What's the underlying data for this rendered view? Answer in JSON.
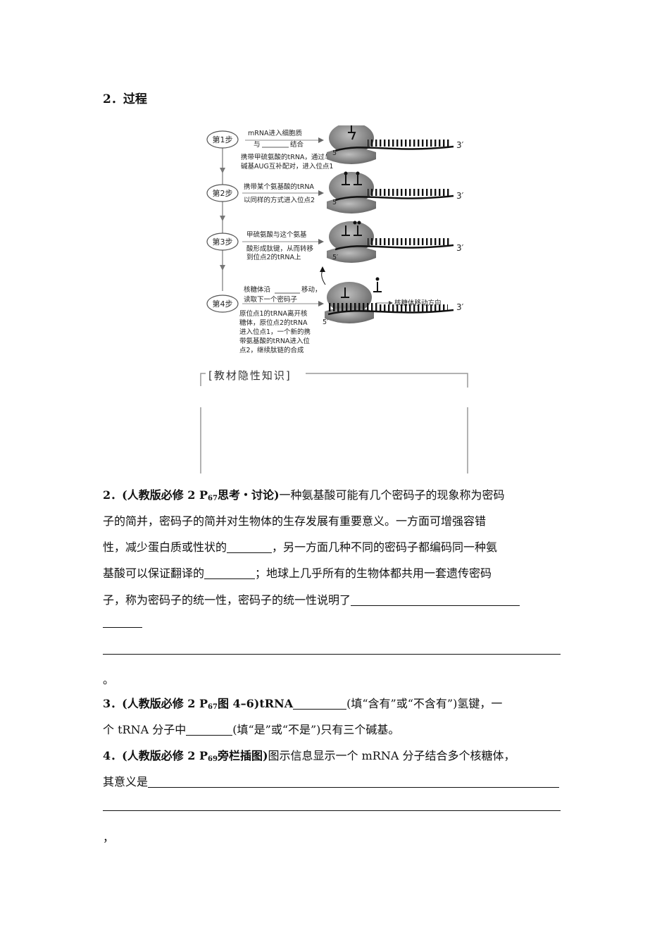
{
  "section": {
    "heading": "2．过程"
  },
  "diagram": {
    "steps": [
      {
        "label": "第1步",
        "lines": [
          "mRNA进入细胞质",
          "与",
          "结合"
        ],
        "note": [
          "携带甲硫氨酸的tRNA，通过与",
          "碱基AUG互补配对，进入位点1"
        ]
      },
      {
        "label": "第2步",
        "lines": [
          "携带某个氨基酸的tRNA",
          "以同样的方式进入位点2"
        ]
      },
      {
        "label": "第3步",
        "lines": [
          "甲硫氨酸与这个氨基",
          "酸形成肽键，从而转移",
          "到位点2的tRNA上"
        ]
      },
      {
        "label": "第4步",
        "lines": [
          "核糖体沿",
          "移动，",
          "读取下一个密码子"
        ],
        "note": [
          "原位点1的tRNA离开核",
          "糖体，原位点2的tRNA",
          "进入位点1，一个新的携",
          "带氨基酸的tRNA进入位",
          "点2，继续肽链的合成"
        ]
      }
    ],
    "end_labels": {
      "five": "5′",
      "three": "3′"
    },
    "direction_label": "核糖体移动方向"
  },
  "knowledge_box": {
    "title": "[教材隐性知识]"
  },
  "questions": {
    "q2": {
      "number": "2．",
      "source_a": "(人教版必修 2 P",
      "source_sub": "67",
      "source_b": "思考・讨论)",
      "line1": "一种氨基酸可能有几个密码子的现象称为密码",
      "line2": "子的简并，密码子的简并对生物体的生存发展有重要意义。一方面可增强容错",
      "line3a": "性，减少蛋白质或性状的",
      "line3b": "，另一方面几种不同的密码子都编码同一种氨",
      "line4a": "基酸可以保证翻译的",
      "line4b": "；地球上几乎所有的生物体都共用一套遗传密码",
      "line5": "子，称为密码子的统一性，密码子的统一性说明了",
      "end": "。"
    },
    "q3": {
      "number": "3．",
      "source_a": "(人教版必修 2 P",
      "source_sub": "67",
      "source_b": "图 4–6)",
      "line1a": "tRNA",
      "line1b": "(填“含有”或“不含有”)氢键，一",
      "line2a": "个 tRNA 分子中",
      "line2b": "(填“是”或“不是”)只有三个碱基。"
    },
    "q4": {
      "number": "4．",
      "source_a": "(人教版必修 2 P",
      "source_sub": "69",
      "source_b": "旁栏插图)",
      "line1": "图示信息显示一个 mRNA 分子结合多个核糖体，",
      "line2": "其意义是",
      "end": "，"
    }
  }
}
